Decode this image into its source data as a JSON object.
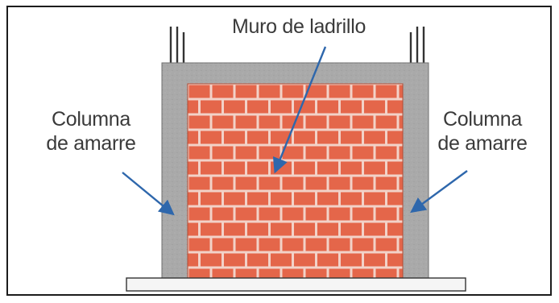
{
  "diagram": {
    "labels": {
      "brick_wall": "Muro de ladrillo",
      "left_column_line1": "Columna",
      "left_column_line2": "de amarre",
      "right_column_line1": "Columna",
      "right_column_line2": "de amarre"
    },
    "colors": {
      "brick": "#e4664a",
      "mortar": "#f2d2c8",
      "concrete": "#a9a9a9",
      "rebar": "#333333",
      "arrow": "#2e67ac",
      "frame": "#1c1c1c",
      "text": "#3a3a3a"
    }
  }
}
